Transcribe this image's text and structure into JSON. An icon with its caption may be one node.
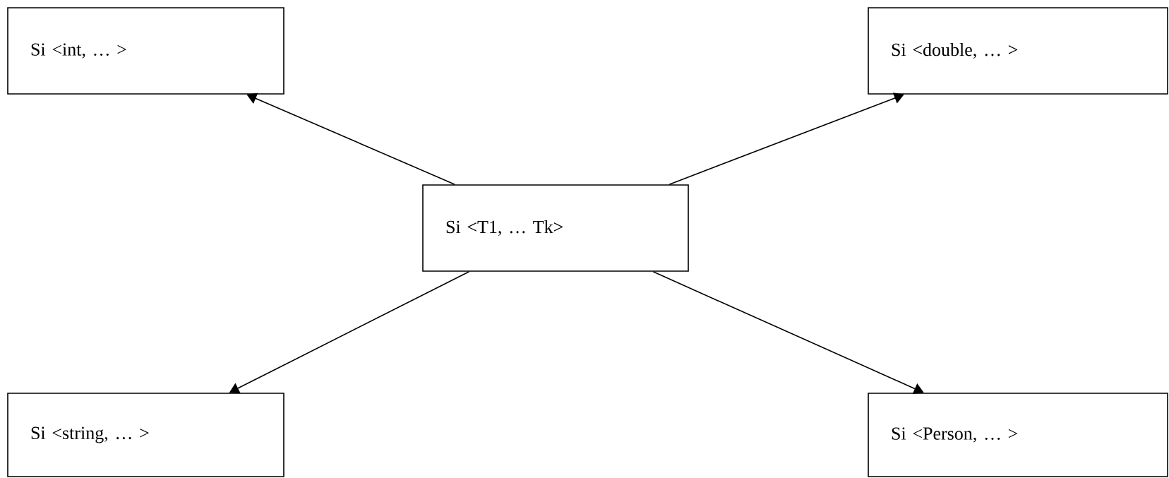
{
  "diagram": {
    "nodes": [
      {
        "text": [
          "Si <T1, … Tk>"
        ]
      },
      {
        "text": [
          "Si <int, … >"
        ]
      },
      {
        "text": [
          "Si <double, … >"
        ]
      },
      {
        "text": [
          "Si <string, … >"
        ]
      },
      {
        "text": [
          "Si <Person, … >"
        ]
      }
    ],
    "edges": [
      {
        "from": 0,
        "to": 1,
        "arrow": "to"
      },
      {
        "from": 0,
        "to": 2,
        "arrow": "to"
      },
      {
        "from": 0,
        "to": 3,
        "arrow": "to"
      },
      {
        "from": 0,
        "to": 4,
        "arrow": "to"
      }
    ]
  }
}
